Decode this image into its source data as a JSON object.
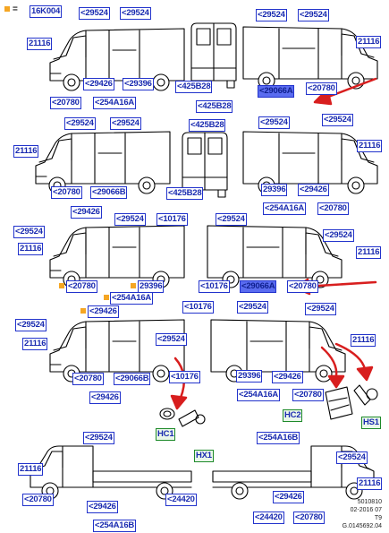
{
  "legend": {
    "eq": "=",
    "code": "16K004"
  },
  "footer": [
    "5010810",
    "02-2016 07",
    "T9",
    "G.0145692.04"
  ],
  "labels": [
    "<29524",
    "<29524",
    "21116",
    "<29426",
    "<29396",
    "<20780",
    "<254A16A",
    "<425B28",
    "<425B28",
    "<29524",
    "<29524",
    "21116",
    "<29066A",
    "<20780",
    "<29524",
    "<29524",
    "21116",
    "<20780",
    "<29066B",
    "<29426",
    "<425B28",
    "<425B28",
    "<29524",
    "<29524",
    "21116",
    "29396",
    "<29426",
    "<254A16A",
    "<20780",
    "<29524",
    "<29524",
    "<10176",
    "21116",
    "<20780",
    "29396",
    "<254A16A",
    "<29426",
    "<29524",
    "<29524",
    "21116",
    "<10176",
    "<29066A",
    "<20780",
    "<29524",
    "21116",
    "<29524",
    "<20780",
    "<29066B",
    "<29426",
    "HC1",
    "HX1",
    "<10176",
    "<29524",
    "<29524",
    "21116",
    "<10176",
    "29396",
    "<29426",
    "<254A16A",
    "<20780",
    "HC2",
    "HS1",
    "<29524",
    "21116",
    "<20780",
    "<29426",
    "<24420",
    "<254A16B",
    "<254A16B",
    "<29524",
    "21116",
    "<29426",
    "<24420",
    "<20780"
  ]
}
